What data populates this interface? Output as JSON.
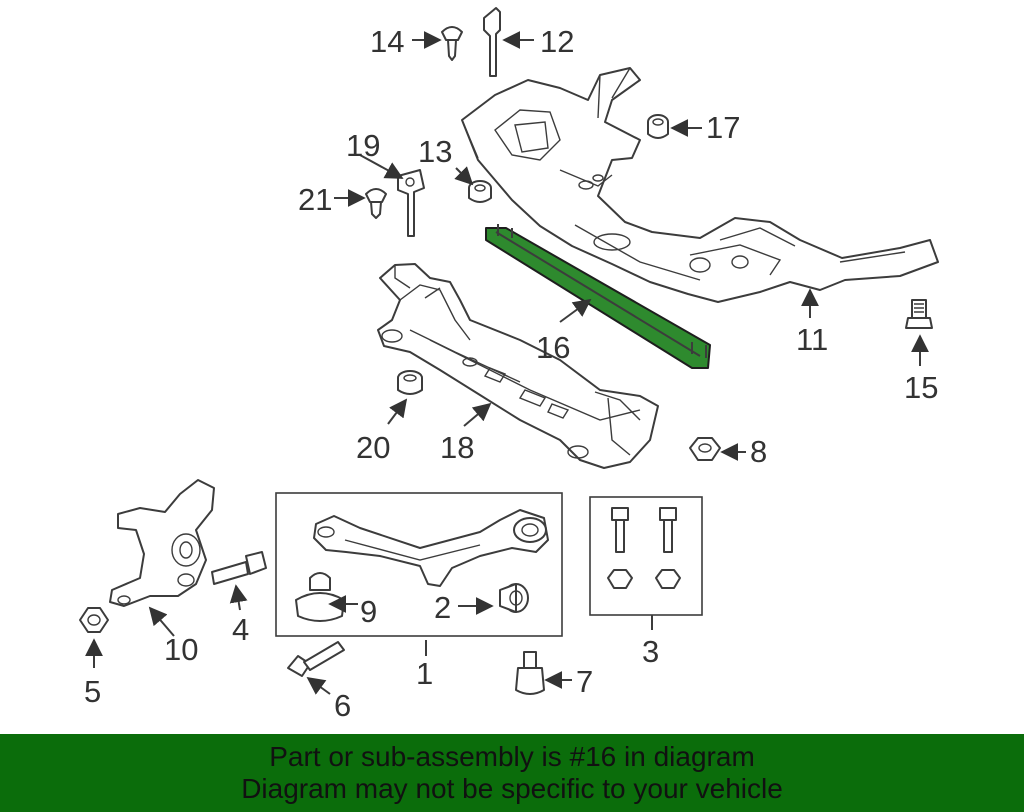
{
  "diagram": {
    "highlight_color": "#2e8a2e",
    "callouts": {
      "n1": "1",
      "n2": "2",
      "n3": "3",
      "n4": "4",
      "n5": "5",
      "n6": "6",
      "n7": "7",
      "n8": "8",
      "n9": "9",
      "n10": "10",
      "n11": "11",
      "n12": "12",
      "n13": "13",
      "n14": "14",
      "n15": "15",
      "n16": "16",
      "n17": "17",
      "n18": "18",
      "n19": "19",
      "n20": "20",
      "n21": "21"
    }
  },
  "banner": {
    "line1": "Part or sub-assembly is #16 in diagram",
    "line2": "Diagram may not be specific to your vehicle",
    "color": "#0b6d0b"
  }
}
